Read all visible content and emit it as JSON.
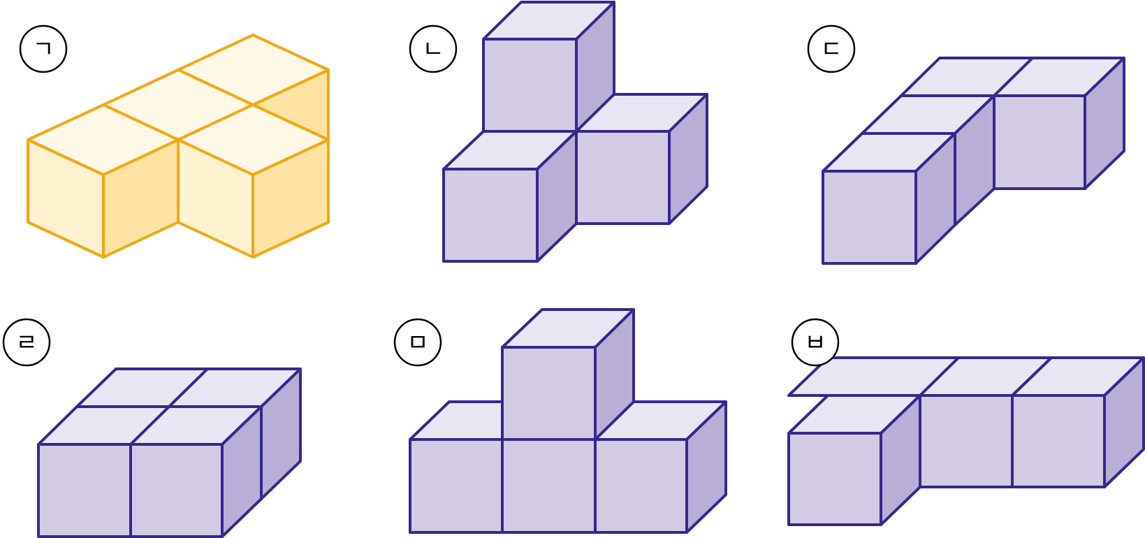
{
  "colors": {
    "purple_stroke": "#35288e",
    "purple_front": "#d3cbe4",
    "purple_top": "#e9e6f3",
    "purple_side": "#b9afd6",
    "orange_stroke": "#f3a712",
    "orange_front": "#fff2d0",
    "orange_top": "#fff8e6",
    "orange_side": "#ffe3a2"
  },
  "figures": [
    {
      "id": "giyeok",
      "label": "ㄱ",
      "color": "orange"
    },
    {
      "id": "nieun",
      "label": "ㄴ",
      "color": "purple"
    },
    {
      "id": "digeut",
      "label": "ㄷ",
      "color": "purple"
    },
    {
      "id": "rieul",
      "label": "ㄹ",
      "color": "purple"
    },
    {
      "id": "mieum",
      "label": "ㅁ",
      "color": "purple"
    },
    {
      "id": "bieup",
      "label": "ㅂ",
      "color": "purple"
    }
  ]
}
